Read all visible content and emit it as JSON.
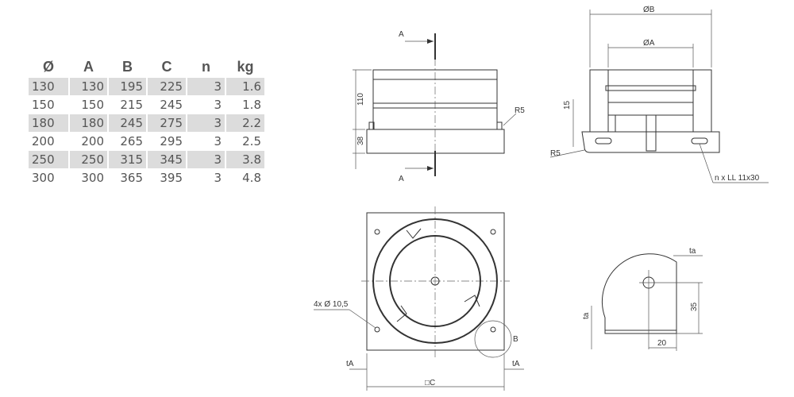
{
  "table": {
    "headers": [
      "Ø",
      "A",
      "B",
      "C",
      "n",
      "kg"
    ],
    "rows": [
      [
        "130",
        "130",
        "195",
        "225",
        "3",
        "1.6"
      ],
      [
        "150",
        "150",
        "215",
        "245",
        "3",
        "1.8"
      ],
      [
        "180",
        "180",
        "245",
        "275",
        "3",
        "2.2"
      ],
      [
        "200",
        "200",
        "265",
        "295",
        "3",
        "2.5"
      ],
      [
        "250",
        "250",
        "315",
        "345",
        "3",
        "3.8"
      ],
      [
        "300",
        "300",
        "365",
        "395",
        "3",
        "4.8"
      ]
    ]
  },
  "side_view": {
    "section_top": "A",
    "section_bottom": "A",
    "dim_height": "110",
    "dim_base": "38",
    "radius": "R5"
  },
  "section_view": {
    "dim_outer": "ØB",
    "dim_inner": "ØA",
    "dim_15": "15",
    "radius": "R5",
    "slot_note": "n x LL 11x30"
  },
  "top_view": {
    "holes": "4x Ø 10,5",
    "detail": "B",
    "ta_left": "tA",
    "ta_right": "tA",
    "width": "□C"
  },
  "detail_view": {
    "ta_top": "ta",
    "ta_side": "ta",
    "dim_35": "35",
    "dim_20": "20"
  }
}
